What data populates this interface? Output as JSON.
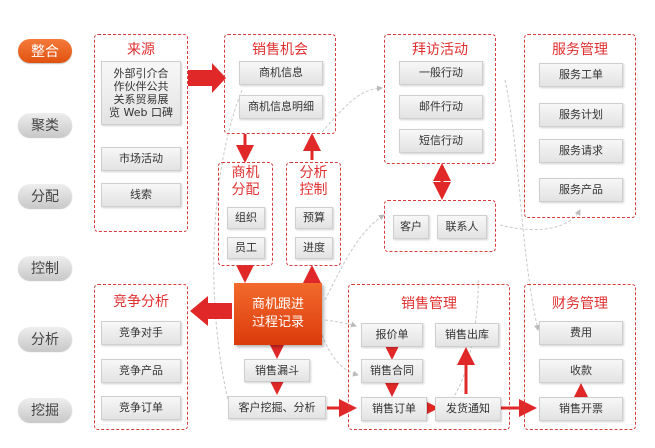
{
  "sidebar": [
    {
      "label": "整合",
      "active": true
    },
    {
      "label": "聚类",
      "active": false
    },
    {
      "label": "分配",
      "active": false
    },
    {
      "label": "控制",
      "active": false
    },
    {
      "label": "分析",
      "active": false
    },
    {
      "label": "挖掘",
      "active": false
    }
  ],
  "source": {
    "title": "来源",
    "items": [
      "外部引介合\n作伙伴公共\n关系贸易展\n览 Web 口碑",
      "市场活动",
      "线索"
    ]
  },
  "opportunity": {
    "title": "销售机会",
    "items": [
      "商机信息",
      "商机信息明细"
    ]
  },
  "assign": {
    "title": "商机\n分配",
    "items": [
      "组织",
      "员工"
    ]
  },
  "analysis_control": {
    "title": "分析\n控制",
    "items": [
      "预算",
      "进度"
    ]
  },
  "visit": {
    "title": "拜访活动",
    "items": [
      "一般行动",
      "邮件行动",
      "短信行动"
    ]
  },
  "contacts": {
    "items": [
      "客户",
      "联系人"
    ]
  },
  "service": {
    "title": "服务管理",
    "items": [
      "服务工单",
      "服务计划",
      "服务请求",
      "服务产品"
    ]
  },
  "competition": {
    "title": "竞争分析",
    "items": [
      "竞争对手",
      "竞争产品",
      "竞争订单"
    ]
  },
  "core": {
    "label": "商机跟进\n过程记录"
  },
  "funnel": {
    "label": "销售漏斗"
  },
  "mining": {
    "label": "客户挖掘、分析"
  },
  "sales": {
    "title": "销售管理",
    "items": [
      "报价单",
      "销售出库",
      "销售合同",
      "销售订单",
      "发货通知"
    ]
  },
  "finance": {
    "title": "财务管理",
    "items": [
      "费用",
      "收款",
      "销售开票"
    ]
  },
  "colors": {
    "accent": "#e03030",
    "core": "#e8501a",
    "arrow": "#e02828",
    "dashed": "#d63b3b"
  }
}
